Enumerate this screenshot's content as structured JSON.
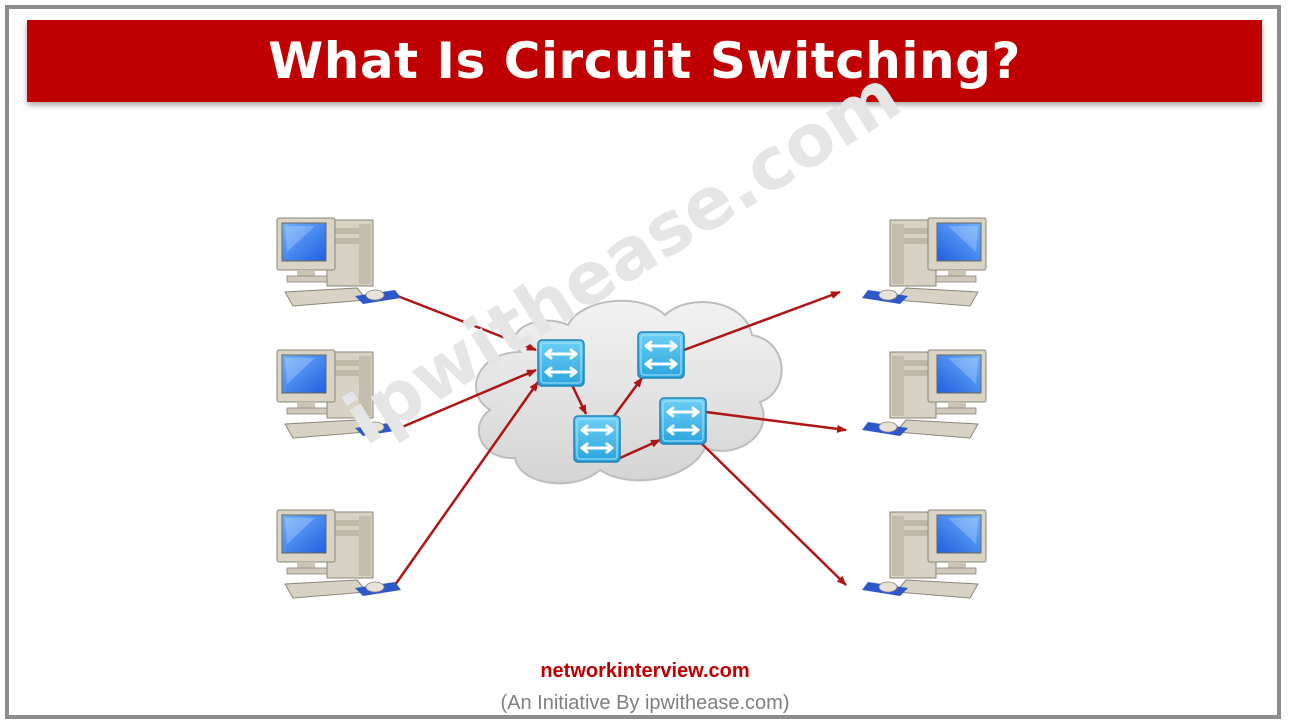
{
  "header": {
    "title": "What Is Circuit Switching?"
  },
  "watermark": {
    "text": "ipwithease.com"
  },
  "footer": {
    "site": "networkinterview.com",
    "tagline": "(An Initiative By ipwithease.com)"
  },
  "colors": {
    "title_bar": "#c00000",
    "arrow": "#b01515",
    "switch": "#3cb4ea",
    "cloud": "#e6e6e6"
  },
  "diagram": {
    "nodes": {
      "senders": [
        "computer-left-1",
        "computer-left-2",
        "computer-left-3"
      ],
      "switches": [
        "switch-1",
        "switch-2",
        "switch-3",
        "switch-4"
      ],
      "receivers": [
        "computer-right-1",
        "computer-right-2",
        "computer-right-3"
      ]
    },
    "links": [
      [
        "computer-left-1",
        "switch-1"
      ],
      [
        "computer-left-2",
        "switch-1"
      ],
      [
        "computer-left-3",
        "switch-1"
      ],
      [
        "switch-1",
        "switch-3"
      ],
      [
        "switch-3",
        "switch-2"
      ],
      [
        "switch-3",
        "switch-4"
      ],
      [
        "switch-2",
        "computer-right-1"
      ],
      [
        "switch-4",
        "computer-right-2"
      ],
      [
        "switch-4",
        "computer-right-3"
      ]
    ]
  }
}
